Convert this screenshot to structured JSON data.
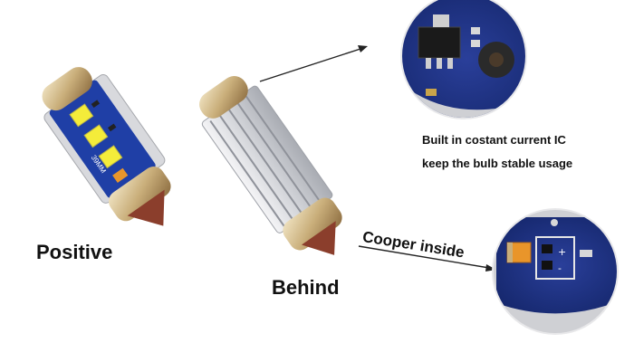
{
  "labels": {
    "positive": "Positive",
    "behind": "Behind",
    "ic_line_1": "Built in costant current IC",
    "ic_line_2": "keep the bulb stable usage",
    "copper": "Cooper inside"
  },
  "pcb_marking": "39MM",
  "colors": {
    "pcb_blue": "#1f3fa6",
    "heatsink_silver": "#d9dadd",
    "cap_gold": "#c9ae7a",
    "led_yellow": "#f4ec3a",
    "tantalum_orange": "#e9952a"
  }
}
